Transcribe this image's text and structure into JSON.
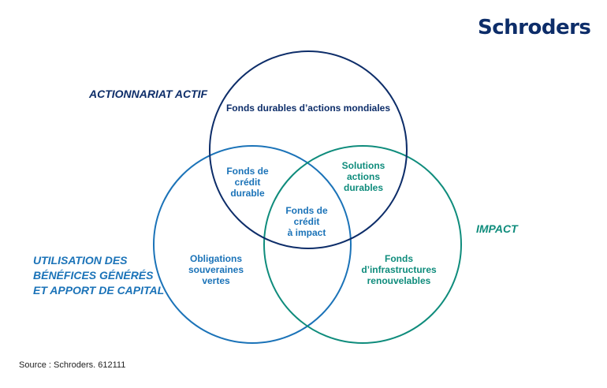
{
  "brand": {
    "logo": "Schroders"
  },
  "colors": {
    "navy": "#0d2d69",
    "blue": "#1b73b8",
    "teal": "#0f8c7c"
  },
  "sets": {
    "actionnariat": "ACTIONNARIAT ACTIF",
    "impact": "IMPACT",
    "utilisation": "UTILISATION DES\nBÉNÉFICES GÉNÉRÉS\nET APPORT DE CAPITAL"
  },
  "regions": {
    "actions_mondiales": "Fonds durables d’actions mondiales",
    "credit_durable": "Fonds de\ncrédit\ndurable",
    "solutions_durables": "Solutions\nactions\ndurables",
    "credit_impact": "Fonds de\ncrédit\nà impact",
    "obligations_vertes": "Obligations\nsouveraines\nvertes",
    "infrastructures": "Fonds\nd’infrastructures\nrenouvelables"
  },
  "source": "Source : Schroders. 612111"
}
